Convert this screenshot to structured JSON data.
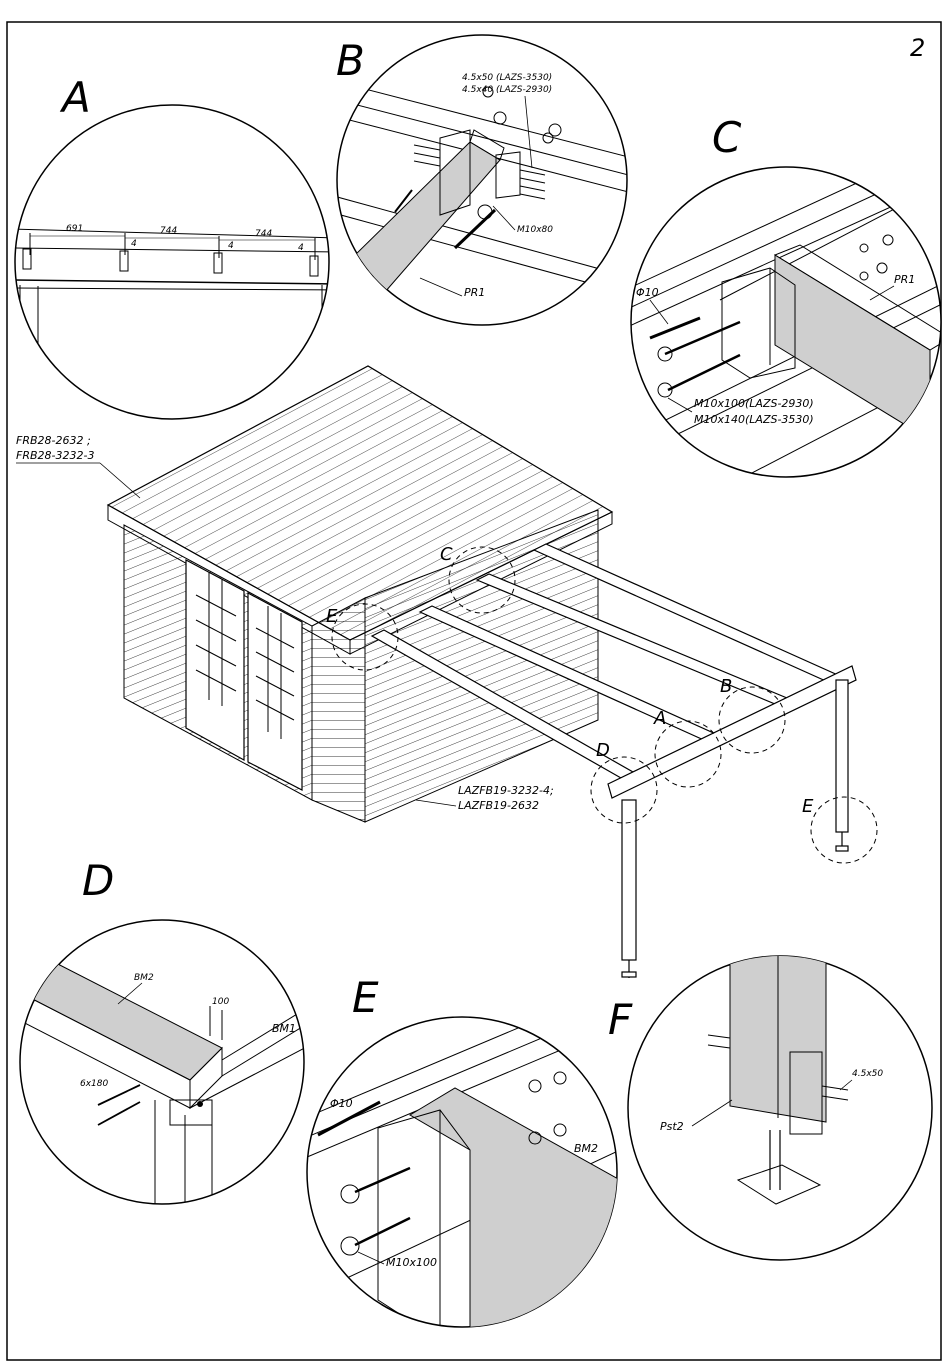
{
  "page": {
    "number": "2"
  },
  "details": {
    "A": {
      "letter": "A",
      "dims": [
        "691",
        "744",
        "744"
      ],
      "gap": "4"
    },
    "B": {
      "letter": "B",
      "screws_1": "4.5x50 (LAZS-3530)",
      "screws_2": "4.5x40 (LAZS-2930)",
      "bolt": "M10x80",
      "beam": "PR1"
    },
    "C": {
      "letter": "C",
      "drill": "Φ10",
      "beam": "PR1",
      "bolt_1": "M10x100(LAZS-2930)",
      "bolt_2": "M10x140(LAZS-3530)"
    },
    "D": {
      "letter": "D",
      "beam_top": "BM2",
      "beam_side": "BM1",
      "offset": "100",
      "screw": "6x180"
    },
    "E": {
      "letter": "E",
      "drill": "Φ10",
      "beam": "BM2",
      "bolt": "M10x100"
    },
    "F": {
      "letter": "F",
      "screw": "4.5x50",
      "post": "Pst2"
    }
  },
  "main": {
    "roof_label_1": "FRB28-2632 ;",
    "roof_label_2": "FRB28-3232-3",
    "floor_label_1": "LAZFB19-3232-4;",
    "floor_label_2": "LAZFB19-2632",
    "callouts": {
      "C": "C",
      "E1": "E",
      "A": "A",
      "B": "B",
      "D": "D",
      "E2": "E"
    }
  }
}
